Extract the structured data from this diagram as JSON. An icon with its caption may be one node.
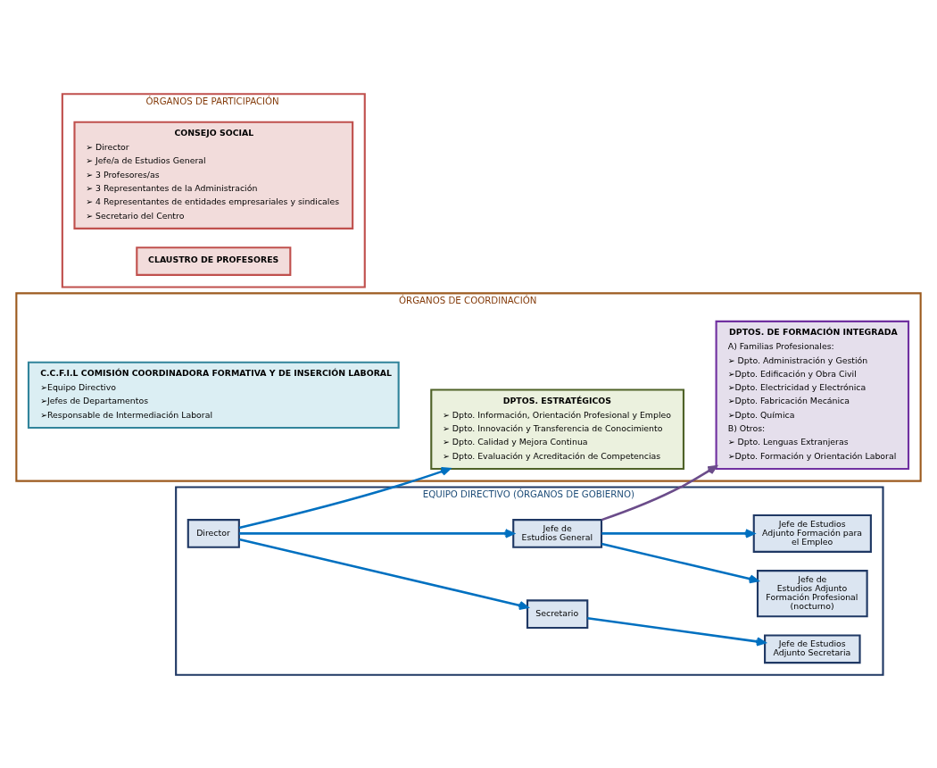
{
  "diagram": {
    "nodes": [
      {
        "text": [
          "EQUIPO DIRECTIVO (ÓRGANOS DE GOBIERNO)"
        ]
      },
      {
        "text": [
          "Secretario"
        ],
        "in": 0
      },
      {
        "text": [
          "Jefe de Estudios Adjunto Secretaria"
        ],
        "in": 0
      },
      {
        "text": [
          "Director"
        ],
        "in": 0
      },
      {
        "text": [
          "Jefe de Estudios Adjunto Formación Profesional (nocturno)"
        ],
        "in": 0
      },
      {
        "text": [
          "Jefe de Estudios General"
        ],
        "in": 0
      },
      {
        "text": [
          "Jefe de Estudios Adjunto Formación para el Empleo"
        ],
        "in": 0
      },
      {
        "text": [
          "ÓRGANOS DE COORDINACIÓN"
        ]
      },
      {
        "text": [
          "DPTOS. ESTRATÉGICOS",
          "➢ Dpto. Información, Orientación Profesional y Empleo",
          "➢ Dpto. Innovación y Transferencia de Conocimiento",
          "➢ Dpto. Calidad y Mejora Continua",
          "➢ Dpto. Evaluación y Acreditación de Competencias"
        ],
        "in": 7
      },
      {
        "text": [
          "DPTOS. DE FORMACIÓN INTEGRADA",
          "A) Familias Profesionales:",
          "➢ Dpto. Administración y Gestión",
          "➢Dpto. Edificación y Obra Civil",
          "➢Dpto. Electricidad y Electrónica",
          "➢Dpto. Fabricación Mecánica",
          "➢Dpto. Química",
          "B) Otros:",
          "➢ Dpto. Lenguas Extranjeras",
          "➢Dpto. Formación y Orientación Laboral"
        ],
        "in": 7
      },
      {
        "text": [
          "C.C.F.I.L COMISIÓN COORDINADORA FORMATIVA Y DE INSERCIÓN LABORAL",
          "➢Equipo Directivo",
          "➢Jefes de Departamentos",
          "➢Responsable de Intermediación Laboral"
        ],
        "in": 7
      },
      {
        "text": [
          "ÓRGANOS DE PARTICIPACIÓN"
        ]
      },
      {
        "text": [
          "CONSEJO SOCIAL",
          "➢ Director",
          "➢ Jefe/a de Estudios General",
          "➢ 3 Profesores/as",
          "➢ 3 Representantes de la Administración",
          "➢ 4 Representantes de entidades empresariales y sindicales",
          "➢ Secretario del Centro"
        ],
        "in": 11
      },
      {
        "text": [
          "CLAUSTRO DE PROFESORES"
        ],
        "in": 11
      }
    ],
    "edges": [
      {
        "from": 3,
        "to": 1,
        "arrow": "to"
      },
      {
        "from": 1,
        "to": 2,
        "arrow": "to"
      },
      {
        "from": 3,
        "to": 8,
        "arrow": "to"
      },
      {
        "from": 3,
        "to": 5,
        "arrow": "to"
      },
      {
        "from": 5,
        "to": 4,
        "arrow": "to"
      },
      {
        "from": 5,
        "to": 6,
        "arrow": "to"
      },
      {
        "from": 5,
        "to": 9,
        "arrow": "to",
        "color": "#6b4c8a"
      }
    ]
  }
}
